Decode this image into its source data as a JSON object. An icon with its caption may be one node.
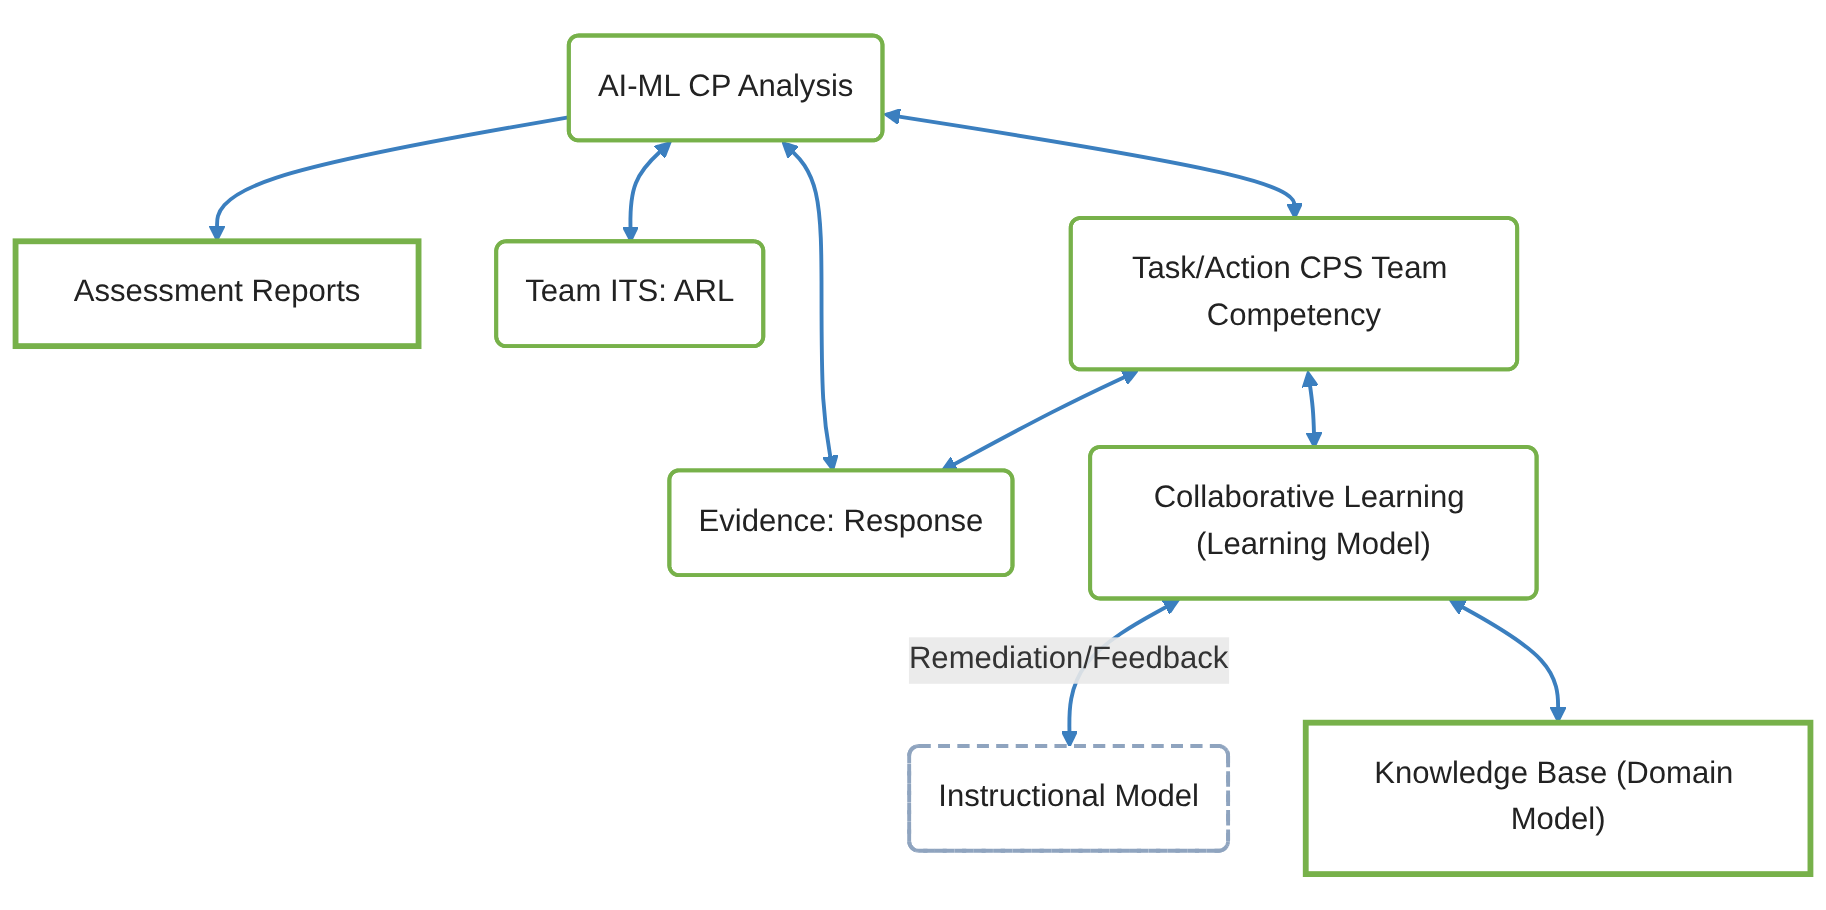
{
  "diagram": {
    "nodes": [
      {
        "text": [
          "AI-ML CP Analysis"
        ]
      },
      {
        "text": [
          "Assessment Reports"
        ]
      },
      {
        "text": [
          "Team ITS: ARL"
        ]
      },
      {
        "text": [
          "Task/Action CPS Team Competency"
        ]
      },
      {
        "text": [
          "Evidence: Response"
        ]
      },
      {
        "text": [
          "Instructional Model"
        ]
      },
      {
        "text": [
          "Collaborative Learning (Learning Model)"
        ]
      },
      {
        "text": [
          "Knowledge Base (Domain Model)"
        ]
      }
    ],
    "edges": [
      {
        "from": 0,
        "to": 1,
        "arrow": "to"
      },
      {
        "from": 0,
        "to": 2,
        "arrow": "both"
      },
      {
        "from": 0,
        "to": 3,
        "arrow": "both"
      },
      {
        "from": 0,
        "to": 4,
        "arrow": "both"
      },
      {
        "from": 3,
        "to": 4,
        "arrow": "both"
      },
      {
        "from": 3,
        "to": 6,
        "arrow": "both"
      },
      {
        "from": 6,
        "to": 5,
        "arrow": "both",
        "label": "Remediation/Feedback"
      },
      {
        "from": 6,
        "to": 7,
        "arrow": "both"
      }
    ]
  }
}
